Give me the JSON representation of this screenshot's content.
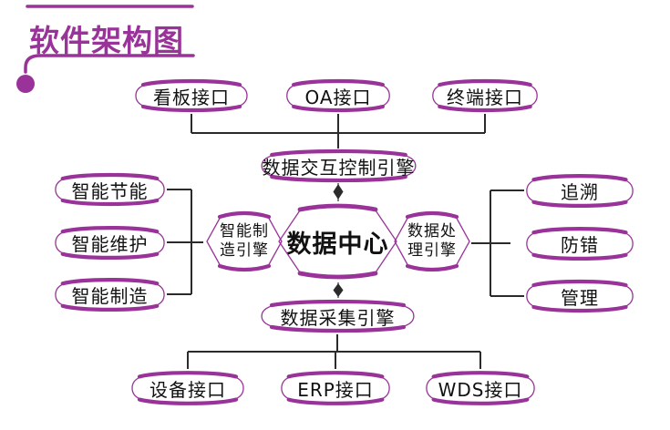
{
  "title": {
    "text": "软件架构图"
  },
  "colors": {
    "accent": "#993399",
    "connector": "#2b2b2b",
    "text": "#111111",
    "background": "#ffffff"
  },
  "nodes": {
    "top_row": [
      {
        "label": "看板接口"
      },
      {
        "label": "OA接口"
      },
      {
        "label": "终端接口"
      }
    ],
    "interaction_engine": {
      "label": "数据交互控制引擎"
    },
    "data_center": {
      "label": "数据中心"
    },
    "manufacturing_engine": {
      "line1": "智能制",
      "line2": "造引擎"
    },
    "processing_engine": {
      "line1": "数据处",
      "line2": "理引擎"
    },
    "left_column": [
      {
        "label": "智能节能"
      },
      {
        "label": "智能维护"
      },
      {
        "label": "智能制造"
      }
    ],
    "right_column": [
      {
        "label": "追溯"
      },
      {
        "label": "防错"
      },
      {
        "label": "管理"
      }
    ],
    "collection_engine": {
      "label": "数据采集引擎"
    },
    "bottom_row": [
      {
        "label": "设备接口"
      },
      {
        "label": "ERP接口"
      },
      {
        "label": "WDS接口"
      }
    ]
  }
}
